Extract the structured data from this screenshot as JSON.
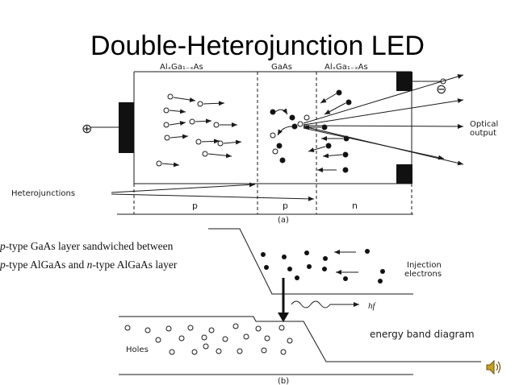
{
  "slide": {
    "title": "Double-Heterojunction LED"
  },
  "figure_a": {
    "layer_left": "AlₓGa₁₋ₓAs",
    "layer_mid": "GaAs",
    "layer_right": "AlₓGa₁₋ₓAs",
    "region_left": "p",
    "region_mid": "p",
    "region_right": "n",
    "heterojunctions_label": "Heterojunctions",
    "optical_output_line1": "Optical",
    "optical_output_line2": "output",
    "plus_terminal": "⊕",
    "minus_terminal": "⊖",
    "caption": "(a)"
  },
  "figure_b": {
    "injection_line1": "Injection",
    "injection_line2": "electrons",
    "photon_label": "hf",
    "holes_label": "Holes",
    "band_diagram_label": "energy band diagram",
    "caption": "(b)"
  },
  "description": {
    "line1_a": "p",
    "line1_b": "-type  GaAs  layer  sandwiched  between",
    "line2_a": "p",
    "line2_b": "-type  AlGaAs  and ",
    "line2_c": "n",
    "line2_d": "-type AlGaAs layer"
  },
  "icons": {
    "speaker": "speaker-icon"
  },
  "colors": {
    "ink": "#1a1a1a",
    "contact": "#111111",
    "speaker_body": "#c8a020"
  }
}
